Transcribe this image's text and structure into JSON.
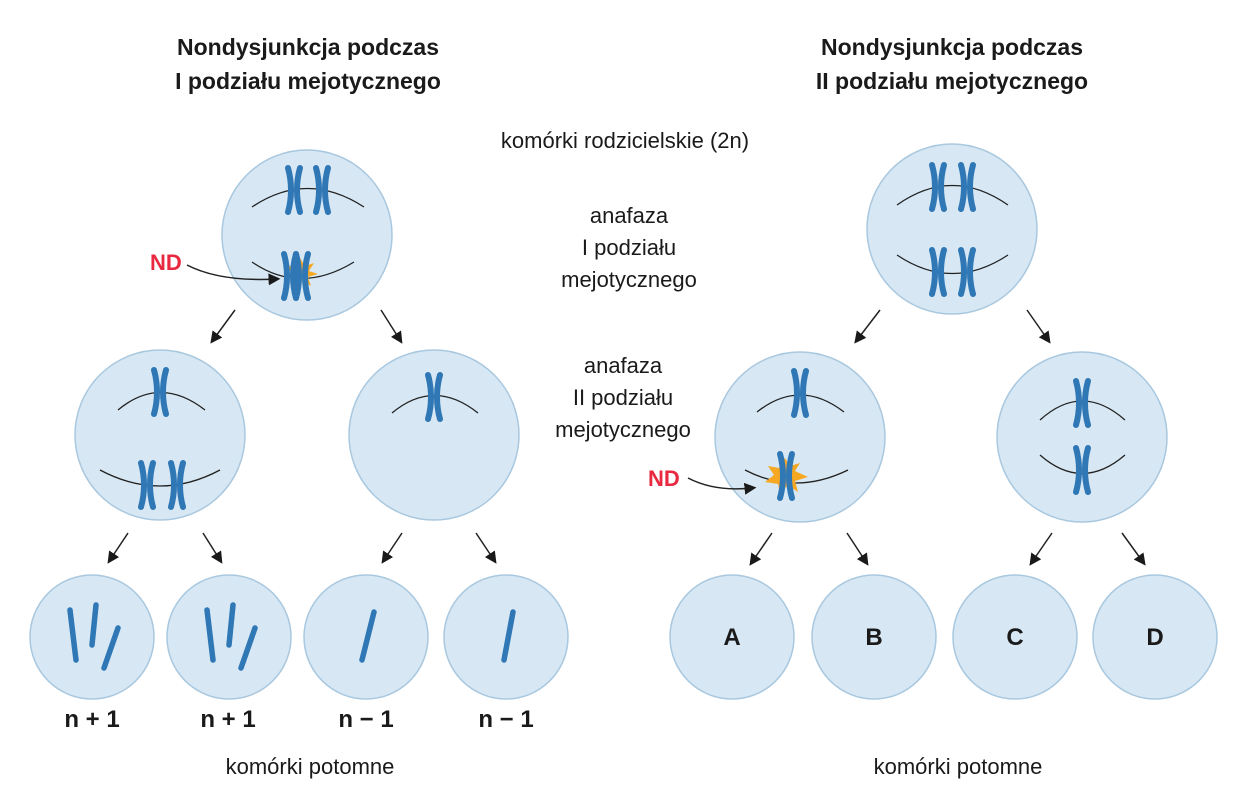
{
  "left_panel": {
    "title_line1": "Nondysjunkcja podczas",
    "title_line2": "I podziału mejotycznego",
    "nd_label": "ND",
    "daughter_labels": [
      "n + 1",
      "n + 1",
      "n − 1",
      "n − 1"
    ],
    "footer": "komórki potomne"
  },
  "right_panel": {
    "title_line1": "Nondysjunkcja podczas",
    "title_line2": "II podziału mejotycznego",
    "nd_label": "ND",
    "daughter_letters": [
      "A",
      "B",
      "C",
      "D"
    ],
    "footer": "komórki potomne"
  },
  "center": {
    "parent_cells": "komórki rodzicielskie (2n)",
    "anaphase1": [
      "anafaza",
      "I podziału",
      "mejotycznego"
    ],
    "anaphase2": [
      "anafaza",
      "II podziału",
      "mejotycznego"
    ]
  },
  "colors": {
    "cell_fill": "#d7e8f4",
    "cell_stroke": "#a9c8df",
    "chromosome": "#2f77b5",
    "nd_red": "#e8293f",
    "star": "#f7a823"
  }
}
